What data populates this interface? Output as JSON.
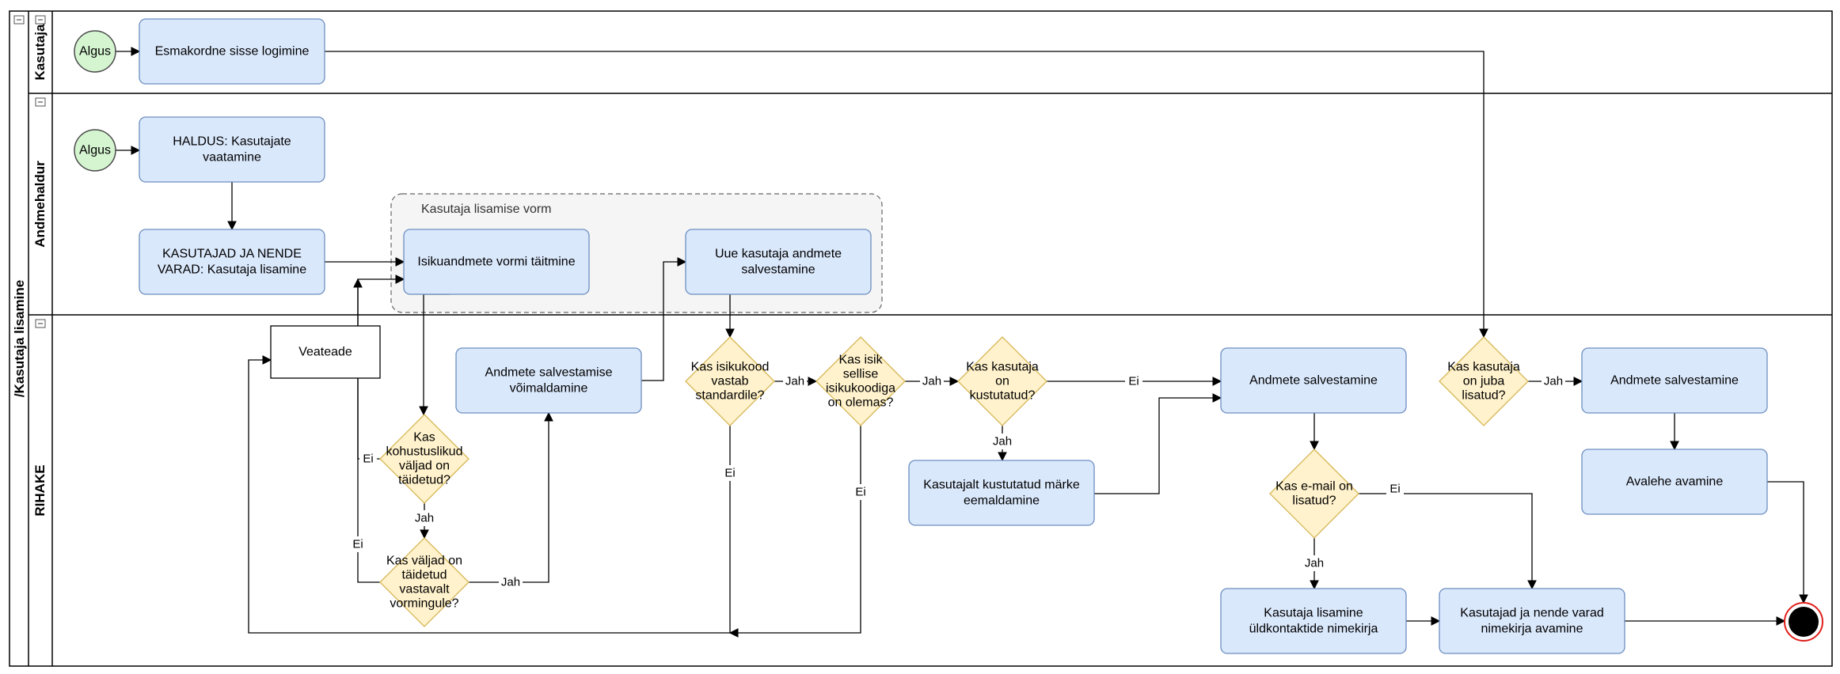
{
  "pool": {
    "title": "/Kasutaja lisamine"
  },
  "lanes": [
    {
      "id": "kasutaja",
      "title": "Kasutaja"
    },
    {
      "id": "andmehaldur",
      "title": "Andmehaldur"
    },
    {
      "id": "rihake",
      "title": "RIHAKE"
    }
  ],
  "group": {
    "title": "Kasutaja lisamise vorm"
  },
  "nodes": [
    {
      "id": "start1",
      "type": "start",
      "label": "Algus"
    },
    {
      "id": "esmakordne",
      "type": "task",
      "label": "Esmakordne sisse logimine"
    },
    {
      "id": "start2",
      "type": "start",
      "label": "Algus"
    },
    {
      "id": "haldus",
      "type": "task",
      "label": "HALDUS: Kasutajate\nvaatamine"
    },
    {
      "id": "kasutajad_varad",
      "type": "task",
      "label": "KASUTAJAD JA NENDE\nVARAD: Kasutaja lisamine"
    },
    {
      "id": "isikuandmete",
      "type": "task",
      "label": "Isikuandmete vormi täitmine"
    },
    {
      "id": "uue_kasutaja",
      "type": "task",
      "label": "Uue kasutaja andmete\nsalvestamine"
    },
    {
      "id": "veateade",
      "type": "note",
      "label": "Veateade"
    },
    {
      "id": "voimaldamine",
      "type": "task",
      "label": "Andmete salvestamise\nvõimaldamine"
    },
    {
      "id": "g_kohustuslikud",
      "type": "gateway",
      "label": "Kas\nkohustuslikud\nväljad on\ntäidetud?"
    },
    {
      "id": "g_vormingule",
      "type": "gateway",
      "label": "Kas väljad on\ntäidetud\nvastavalt\nvormingule?"
    },
    {
      "id": "g_isikukood",
      "type": "gateway",
      "label": "Kas isikukood\nvastab\nstandardile?"
    },
    {
      "id": "g_olemas",
      "type": "gateway",
      "label": "Kas isik\nsellise\nisikukoodiga\non olemas?"
    },
    {
      "id": "g_kustutatud",
      "type": "gateway",
      "label": "Kas kasutaja\non\nkustutatud?"
    },
    {
      "id": "kustutatud_marke",
      "type": "task",
      "label": "Kasutajalt kustutatud märke\neemaldamine"
    },
    {
      "id": "salvestamine1",
      "type": "task",
      "label": "Andmete salvestamine"
    },
    {
      "id": "g_email",
      "type": "gateway",
      "label": "Kas e-mail on\nlisatud?"
    },
    {
      "id": "uldkontaktide",
      "type": "task",
      "label": "Kasutaja lisamine\nüldkontaktide nimekirja"
    },
    {
      "id": "nimekirja",
      "type": "task",
      "label": "Kasutajad ja nende varad\nnimekirja avamine"
    },
    {
      "id": "g_juba",
      "type": "gateway",
      "label": "Kas kasutaja\non juba\nlisatud?"
    },
    {
      "id": "salvestamine2",
      "type": "task",
      "label": "Andmete salvestamine"
    },
    {
      "id": "avalehe",
      "type": "task",
      "label": "Avalehe avamine"
    },
    {
      "id": "end",
      "type": "end",
      "label": ""
    }
  ],
  "edges": [
    {
      "from": "start1",
      "to": "esmakordne",
      "label": ""
    },
    {
      "from": "esmakordne",
      "to": "g_juba",
      "label": ""
    },
    {
      "from": "start2",
      "to": "haldus",
      "label": ""
    },
    {
      "from": "haldus",
      "to": "kasutajad_varad",
      "label": ""
    },
    {
      "from": "kasutajad_varad",
      "to": "isikuandmete",
      "label": ""
    },
    {
      "from": "isikuandmete",
      "to": "g_kohustuslikud",
      "label": ""
    },
    {
      "from": "g_kohustuslikud",
      "to": "isikuandmete",
      "label": "Ei"
    },
    {
      "from": "g_kohustuslikud",
      "to": "g_vormingule",
      "label": "Jah"
    },
    {
      "from": "g_vormingule",
      "to": "isikuandmete",
      "label": "Ei"
    },
    {
      "from": "g_vormingule",
      "to": "voimaldamine",
      "label": "Jah"
    },
    {
      "from": "voimaldamine",
      "to": "uue_kasutaja",
      "label": ""
    },
    {
      "from": "uue_kasutaja",
      "to": "g_isikukood",
      "label": ""
    },
    {
      "from": "g_isikukood",
      "to": "g_olemas",
      "label": "Jah"
    },
    {
      "from": "g_isikukood",
      "to": "veateade",
      "label": "Ei"
    },
    {
      "from": "g_olemas",
      "to": "g_kustutatud",
      "label": "Jah"
    },
    {
      "from": "g_olemas",
      "to": "veateade",
      "label": "Ei"
    },
    {
      "from": "g_kustutatud",
      "to": "salvestamine1",
      "label": "Ei"
    },
    {
      "from": "g_kustutatud",
      "to": "kustutatud_marke",
      "label": "Jah"
    },
    {
      "from": "kustutatud_marke",
      "to": "salvestamine1",
      "label": ""
    },
    {
      "from": "salvestamine1",
      "to": "g_email",
      "label": ""
    },
    {
      "from": "g_email",
      "to": "uldkontaktide",
      "label": "Jah"
    },
    {
      "from": "g_email",
      "to": "nimekirja",
      "label": "Ei"
    },
    {
      "from": "uldkontaktide",
      "to": "nimekirja",
      "label": ""
    },
    {
      "from": "nimekirja",
      "to": "end",
      "label": ""
    },
    {
      "from": "g_juba",
      "to": "salvestamine2",
      "label": "Jah"
    },
    {
      "from": "salvestamine2",
      "to": "avalehe",
      "label": ""
    },
    {
      "from": "avalehe",
      "to": "end",
      "label": ""
    }
  ],
  "colors": {
    "task_fill": "#dae8fc",
    "task_stroke": "#6c8ebf",
    "gateway_fill": "#fff2cc",
    "gateway_stroke": "#d6b656",
    "start_fill": "#d5f5d1",
    "start_stroke": "#4a4a4a",
    "end_fill": "#000000",
    "end_stroke": "#e0201c",
    "group_fill": "#f5f5f5",
    "group_stroke": "#666666"
  }
}
